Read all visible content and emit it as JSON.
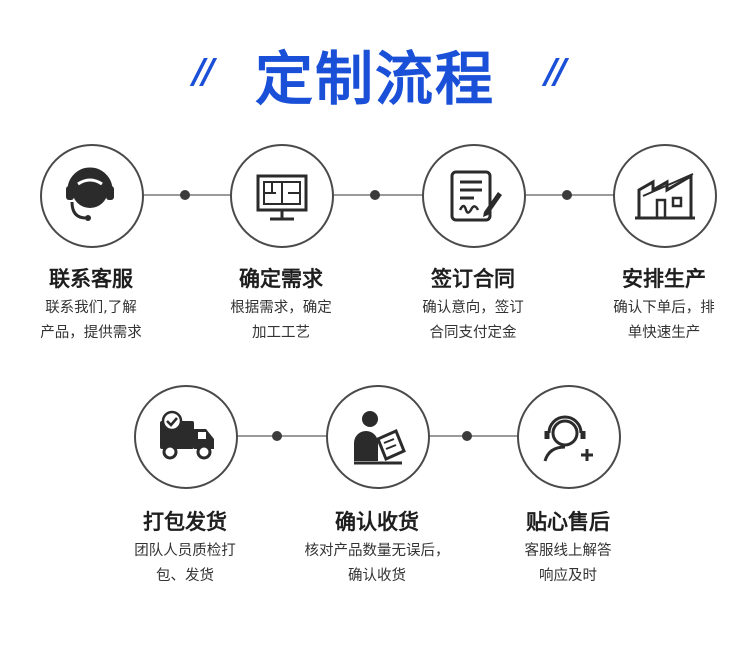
{
  "header": {
    "title": "定制流程",
    "left_deco": "//",
    "right_deco": "//"
  },
  "steps_row1": [
    {
      "icon": "headset-agent-icon",
      "title": "联系客服",
      "desc": [
        "联系我们,了解",
        "产品，提供需求"
      ]
    },
    {
      "icon": "monitor-blueprint-icon",
      "title": "确定需求",
      "desc": [
        "根据需求，确定",
        "加工工艺"
      ]
    },
    {
      "icon": "document-signature-icon",
      "title": "签订合同",
      "desc": [
        "确认意向，签订",
        "合同支付定金"
      ]
    },
    {
      "icon": "factory-icon",
      "title": "安排生产",
      "desc": [
        "确认下单后，排",
        "单快速生产"
      ]
    }
  ],
  "steps_row2": [
    {
      "icon": "delivery-truck-icon",
      "title": "打包发货",
      "desc": [
        "团队人员质检打",
        "包、发货"
      ]
    },
    {
      "icon": "user-receipt-icon",
      "title": "确认收货",
      "desc": [
        "核对产品数量无误后，",
        "确认收货"
      ]
    },
    {
      "icon": "support-agent-plus-icon",
      "title": "贴心售后",
      "desc": [
        "客服线上解答",
        "响应及时"
      ]
    }
  ],
  "colors": {
    "title": "#1a4fd8",
    "line": "#9a9a9a",
    "dot": "#3b3b3b",
    "outline": "#4a4a4a"
  }
}
